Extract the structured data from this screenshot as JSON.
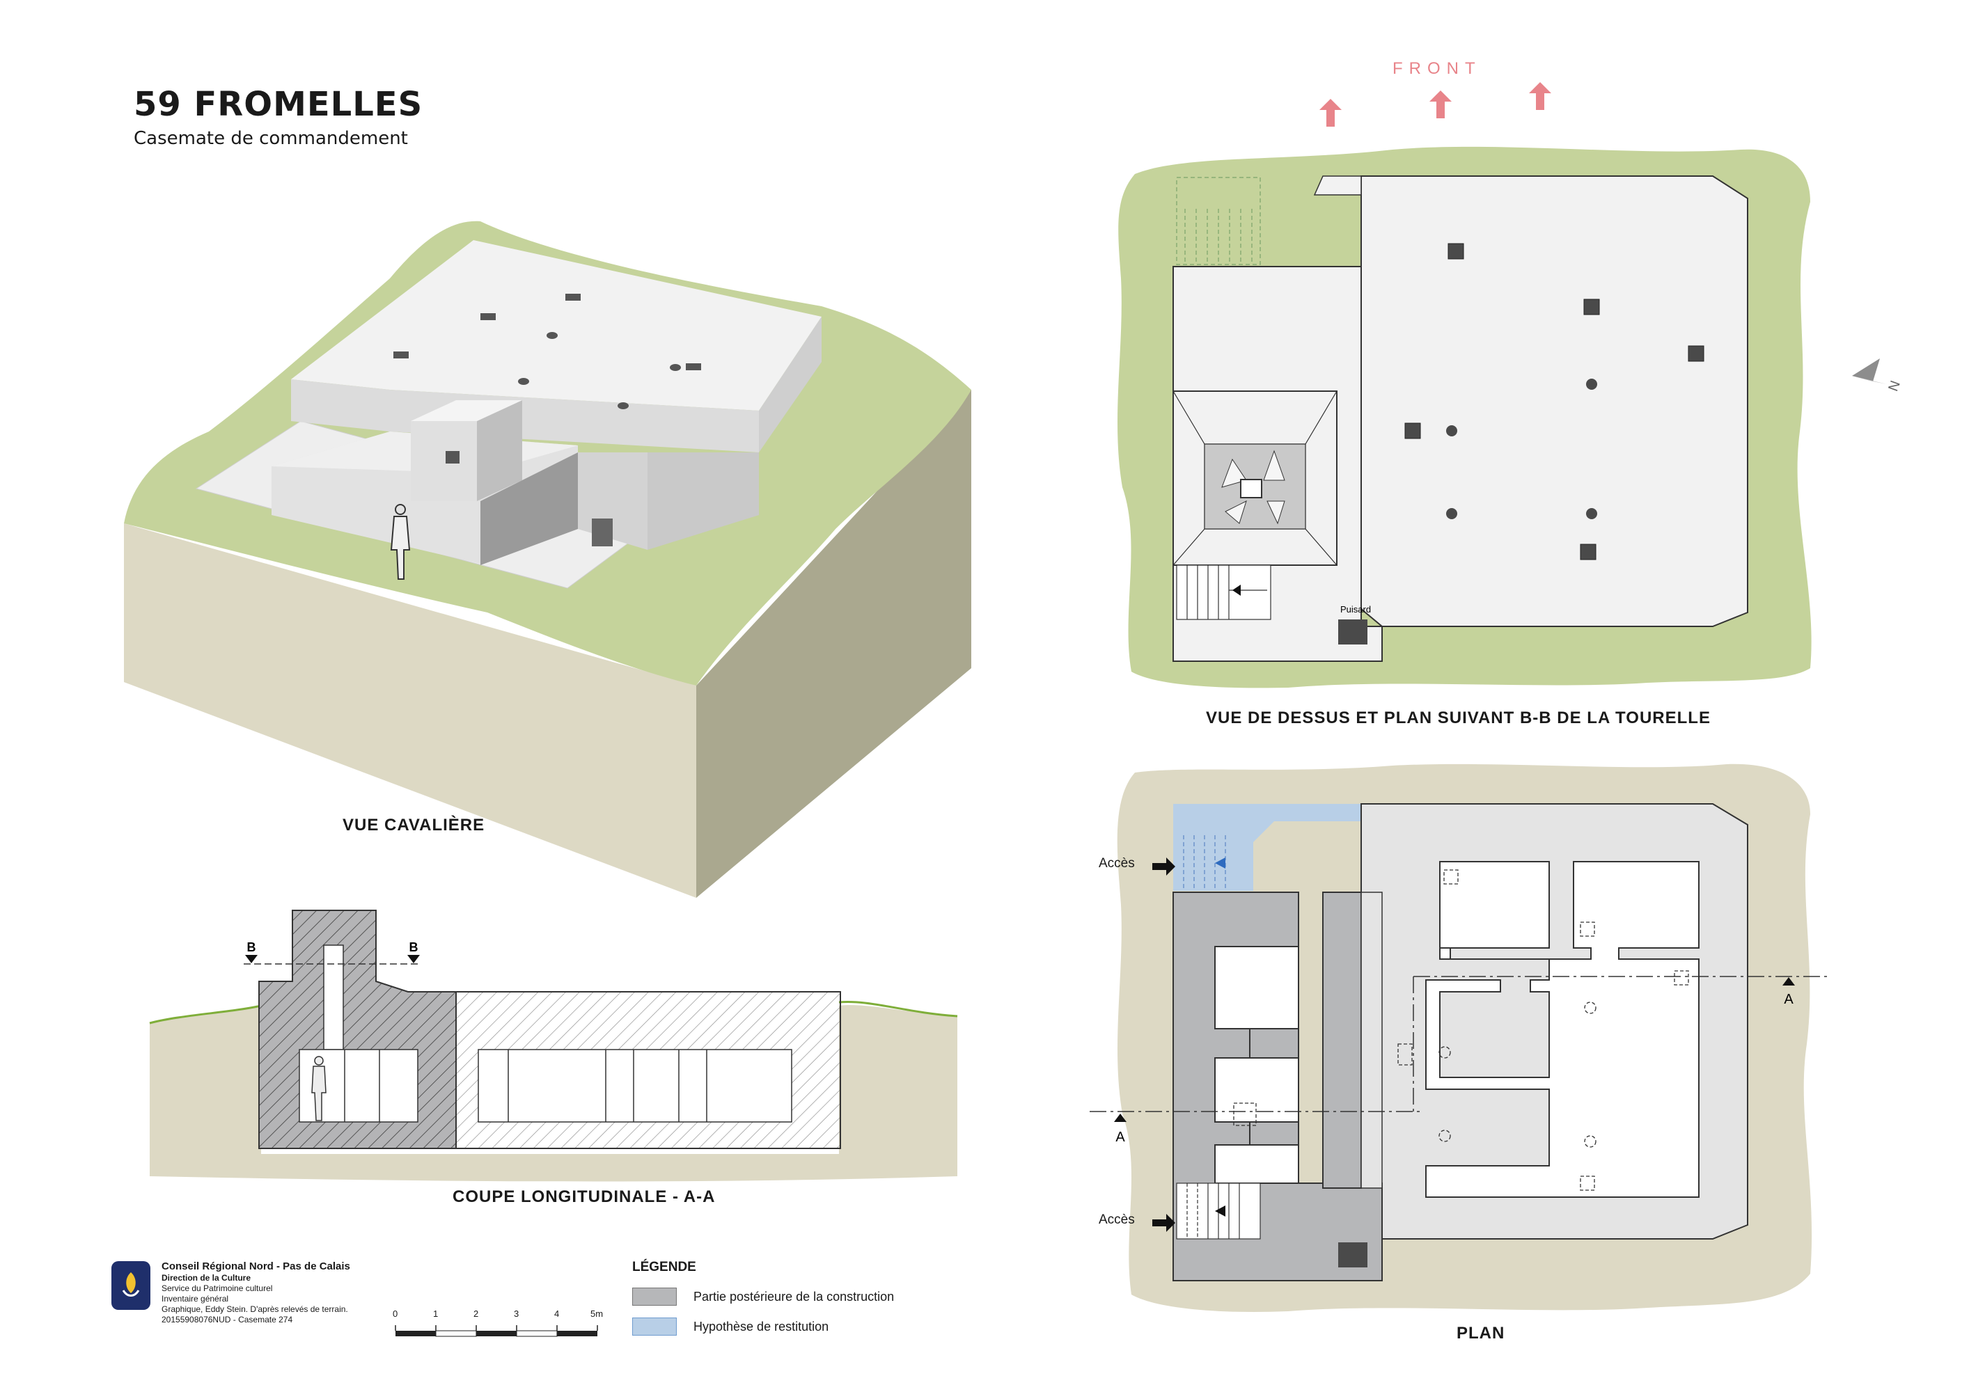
{
  "header": {
    "title": "59 FROMELLES",
    "subtitle": "Casemate de commandement"
  },
  "views": {
    "cavaliere_caption": "VUE CAVALIÈRE",
    "coupe_caption": "COUPE LONGITUDINALE - A-A",
    "dessus_caption": "VUE DE DESSUS ET PLAN SUIVANT B-B DE LA TOURELLE",
    "plan_caption": "PLAN"
  },
  "labels": {
    "front": "FRONT",
    "puisard": "Puisard",
    "acces_top": "Accès",
    "acces_bottom": "Accès",
    "section_b_left": "B",
    "section_b_right": "B",
    "section_a_left": "A",
    "section_a_right": "A",
    "north": "N"
  },
  "organisation": {
    "name": "Conseil Régional Nord - Pas de Calais",
    "dept": "Direction de la Culture",
    "service": "Service du Patrimoine culturel",
    "inventaire": "Inventaire général",
    "credit": "Graphique, Eddy Stein. D'après relevés de terrain.",
    "reference": "20155908076NUD - Casemate 274"
  },
  "scale": {
    "ticks": [
      "0",
      "1",
      "2",
      "3",
      "4",
      "5m"
    ]
  },
  "legend": {
    "title": "LÉGENDE",
    "items": [
      {
        "label": "Partie postérieure de la construction",
        "color": "#b6b7b9"
      },
      {
        "label": "Hypothèse de restitution",
        "color": "#b8cfe7"
      }
    ]
  },
  "colors": {
    "grass": "#c5d39b",
    "soil": "#ddd9c4",
    "soil_side": "#aaa88f",
    "concrete_light": "#f2f2f2",
    "concrete_mid": "#d9d9d9",
    "concrete_dark": "#8b8b8b",
    "posterior": "#b6b7b9",
    "restitution": "#b8cfe7",
    "front_arrow": "#e8848a"
  }
}
